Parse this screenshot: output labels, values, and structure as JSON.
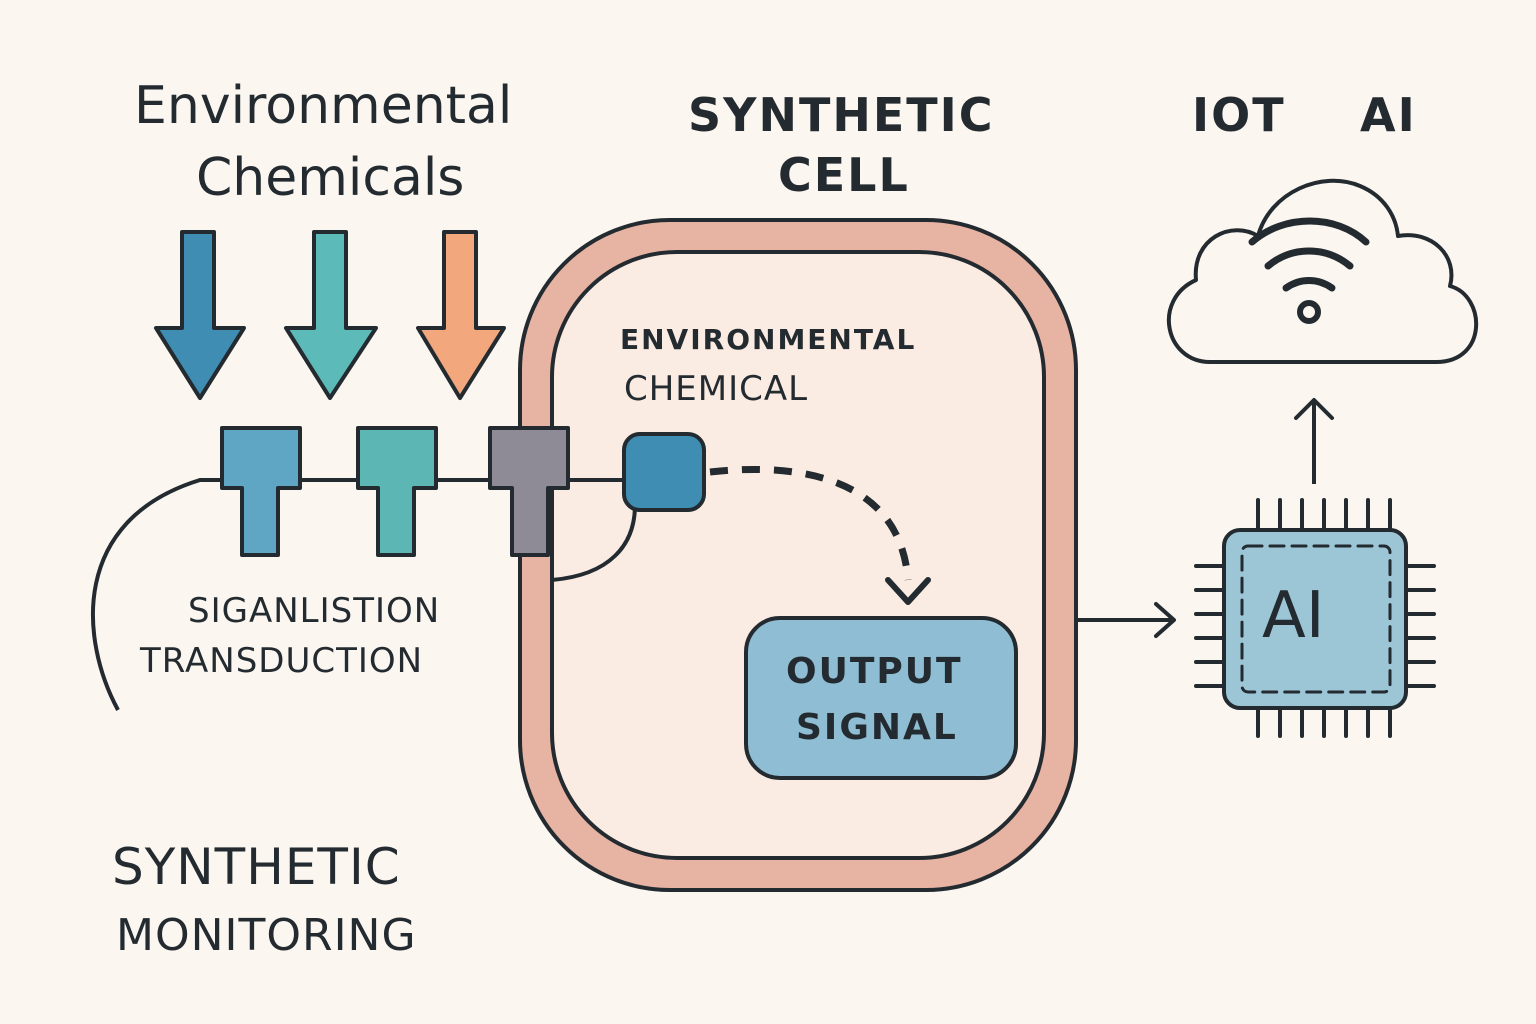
{
  "labels": {
    "env_line1": "Environmental",
    "env_line2": "Chemicals",
    "cell_line1": "SYNTHETIC",
    "cell_line2": "CELL",
    "iot": "IOT",
    "ai_top": "AI",
    "inner_line1": "ENVIRONMENTAL",
    "inner_line2": "CHEMICAL",
    "signal_line1": "SIGANLISTION",
    "signal_line2": "TRANSDUCTION",
    "output_line1": "OUTPUT",
    "output_line2": "SIGNAL",
    "chip": "AI",
    "monitor_line1": "SYNTHETIC",
    "monitor_line2": "MONITORING"
  },
  "colors": {
    "background": "#fbf6f0",
    "stroke": "#232b31",
    "arrow_blue": "#3f8db3",
    "arrow_teal": "#5cbab8",
    "arrow_orange": "#f2a77d",
    "receptor_blue": "#5fa6c4",
    "receptor_teal": "#5cb7b4",
    "receptor_gray": "#8e8b96",
    "membrane": "#e7b3a3",
    "cell_fill": "#fbece3",
    "output_fill": "#8fbdd3",
    "chip_fill": "#9cc6d5"
  },
  "icons": [
    "down-arrow-icon",
    "receptor-icon",
    "cloud-icon",
    "wifi-icon",
    "chip-icon",
    "up-arrow-icon",
    "right-arrow-icon"
  ]
}
